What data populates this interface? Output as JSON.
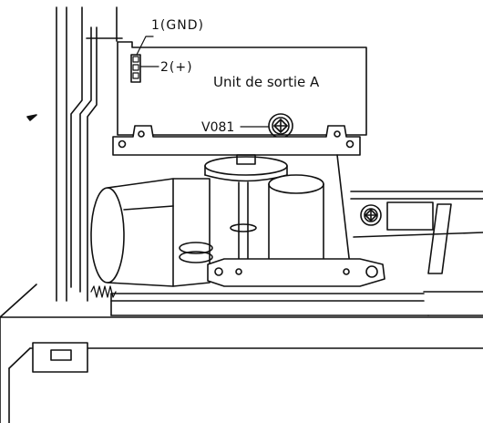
{
  "diagram": {
    "labels": {
      "pin1": "1(GND)",
      "pin2": "2(+)",
      "unit": "Unit de sortie A",
      "control": "V081"
    },
    "colors": {
      "ink": "#111111",
      "paper": "#ffffff",
      "shade": "#000000"
    }
  }
}
